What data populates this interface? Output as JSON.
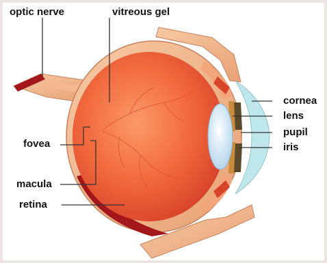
{
  "diagram": {
    "labels": {
      "optic_nerve": "optic nerve",
      "vitreous_gel": "vitreous gel",
      "cornea": "cornea",
      "lens": "lens",
      "pupil": "pupil",
      "iris": "iris",
      "fovea": "fovea",
      "macula": "macula",
      "retina": "retina"
    },
    "colors": {
      "frame": "#ede4e4",
      "sclera": "#f0b98d",
      "eyeball_outer": "#e8532f",
      "eyeball_inner": "#f57a4f",
      "retina_dark": "#a3171b",
      "lens": "#cfe3f5",
      "cornea": "#bfe6ea",
      "iris": "#5a4a2a",
      "leader_line": "#333333"
    }
  }
}
